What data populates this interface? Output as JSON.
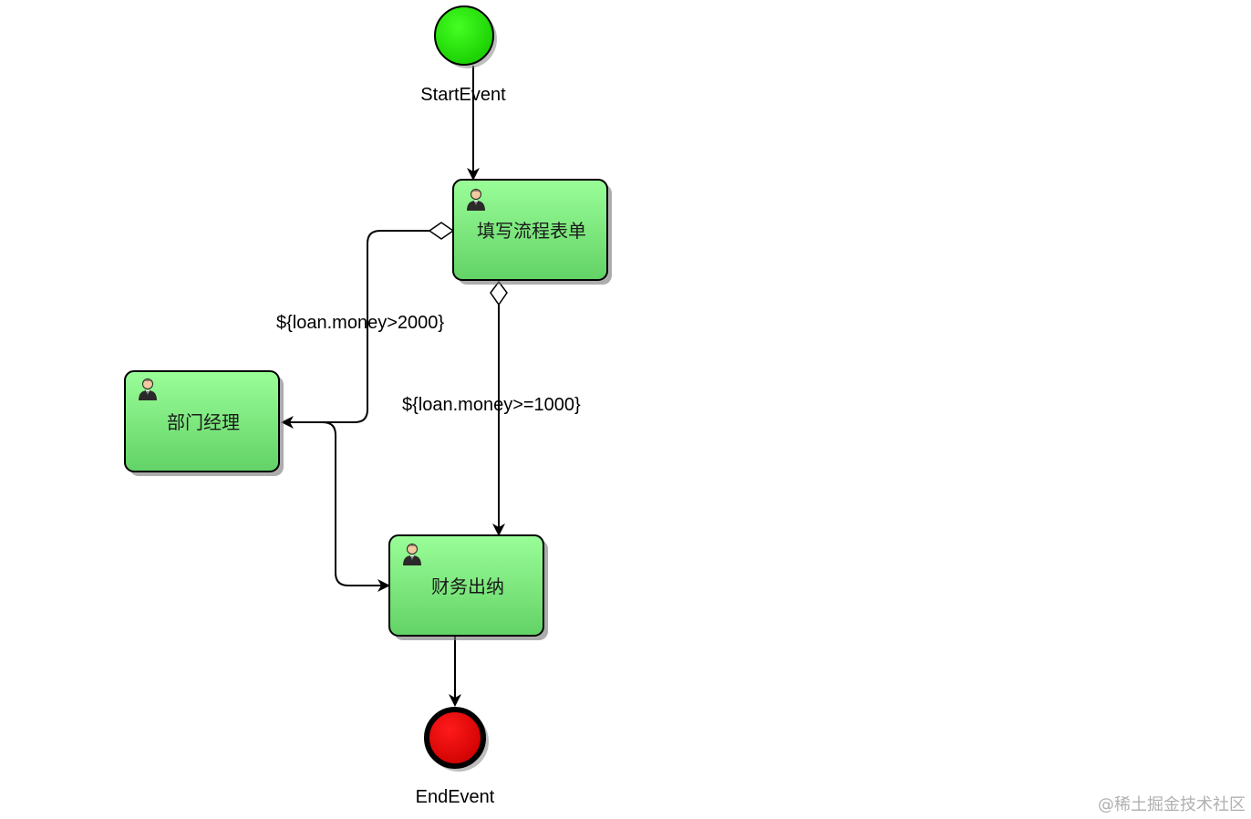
{
  "diagram": {
    "start_event": {
      "label": "StartEvent",
      "color": "#22dd00"
    },
    "end_event": {
      "label": "EndEvent",
      "color": "#e60000"
    },
    "tasks": {
      "fill_form": {
        "label": "填写流程表单",
        "icon": "user-icon"
      },
      "dept_manager": {
        "label": "部门经理",
        "icon": "user-icon"
      },
      "finance_cashier": {
        "label": "财务出纳",
        "icon": "user-icon"
      }
    },
    "conditions": {
      "gt_2000": "${loan.money>2000}",
      "gte_1000": "${loan.money>=1000}"
    },
    "task_color_top": "#9afe98",
    "task_color_bottom": "#62d266"
  },
  "watermark": "@稀土掘金技术社区"
}
